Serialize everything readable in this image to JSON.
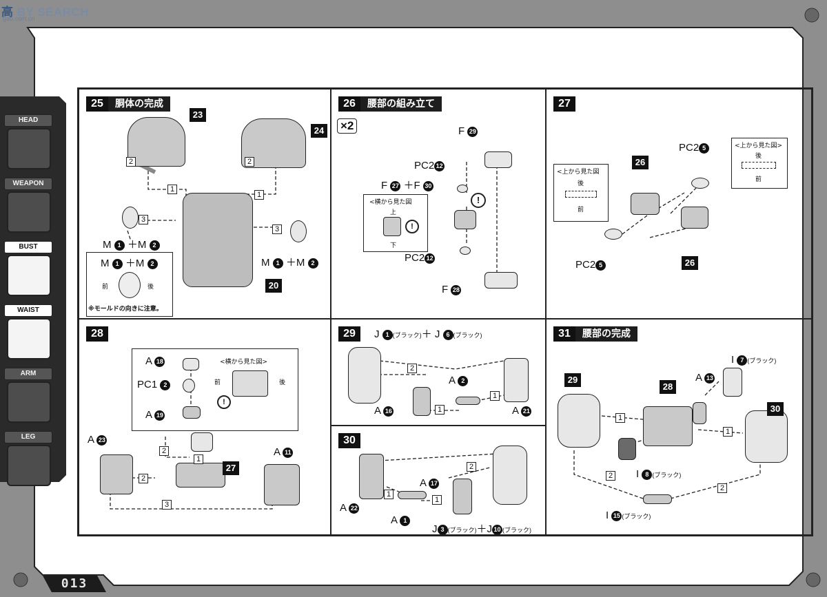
{
  "watermark": {
    "text_a": "高",
    "text_b": "BY SEARCH",
    "sub": "gao.com.cn"
  },
  "page_number": "013",
  "side_tabs": [
    {
      "label": "HEAD",
      "active": false
    },
    {
      "label": "WEAPON",
      "active": false
    },
    {
      "label": "BUST",
      "active": true
    },
    {
      "label": "WAIST",
      "active": true
    },
    {
      "label": "ARM",
      "active": false
    },
    {
      "label": "LEG",
      "active": false
    }
  ],
  "steps": {
    "s25": {
      "num": "25",
      "title": "胴体の完成",
      "parts": {
        "p23": "23",
        "p24": "24",
        "p20": "20"
      },
      "arrows": {
        "a2l": "2",
        "a2r": "2",
        "a1l": "1",
        "a1r": "1",
        "a3l": "3",
        "a3r": "3"
      },
      "label_left": {
        "a": "M",
        "n1": "1",
        "plus": "＋M",
        "n2": "2"
      },
      "label_right": {
        "a": "M",
        "n1": "1",
        "plus": "＋M",
        "n2": "2"
      },
      "detail": {
        "label_a": "M",
        "n1": "1",
        "plus": "＋M",
        "n2": "2",
        "front": "前",
        "back": "後",
        "caution": "※モールドの向きに注意。"
      }
    },
    "s26": {
      "num": "26",
      "title": "腰部の組み立て",
      "qty": "×2",
      "labels": {
        "f29": {
          "a": "F",
          "n": "29"
        },
        "pc2_top": {
          "a": "PC2",
          "n": "12"
        },
        "f27f30": {
          "a": "F",
          "n1": "27",
          "plus": "＋F",
          "n2": "30"
        },
        "pc2_bot": {
          "a": "PC2",
          "n": "12"
        },
        "f28": {
          "a": "F",
          "n": "28"
        }
      },
      "side_view": {
        "title": "<横から見た図",
        "up": "上",
        "down": "下"
      }
    },
    "s27": {
      "num": "27",
      "labels": {
        "pc2_top": {
          "a": "PC2",
          "n": "5"
        },
        "pc2_bot": {
          "a": "PC2",
          "n": "5"
        },
        "p26a": "26",
        "p26b": "26"
      },
      "top_view_left": {
        "title": "<上から見た図",
        "back": "後",
        "front": "前"
      },
      "top_view_right": {
        "title": "<上から見た図>",
        "back": "後",
        "front": "前"
      }
    },
    "s28": {
      "num": "28",
      "labels": {
        "a18": {
          "a": "A",
          "n": "18"
        },
        "pc1": {
          "a": "PC1",
          "n": "2"
        },
        "a19": {
          "a": "A",
          "n": "19"
        },
        "a23": {
          "a": "A",
          "n": "23"
        },
        "a11": {
          "a": "A",
          "n": "11"
        },
        "p27": "27"
      },
      "side_view": {
        "title": "<横から見た図>",
        "front": "前",
        "back": "後"
      },
      "arrows": {
        "a1": "1",
        "a2": "2",
        "a2b": "2",
        "a3": "3"
      }
    },
    "s29": {
      "num": "29",
      "labels": {
        "j1": {
          "a": "J",
          "n": "1",
          "note": "(ブラック)"
        },
        "plus": "＋ J",
        "j6": {
          "n": "6",
          "note": "(ブラック)"
        },
        "a2": {
          "a": "A",
          "n": "2"
        },
        "a16": {
          "a": "A",
          "n": "16"
        },
        "a21": {
          "a": "A",
          "n": "21"
        }
      },
      "arrows": {
        "a2": "2",
        "a1a": "1",
        "a1b": "1"
      }
    },
    "s30": {
      "num": "30",
      "labels": {
        "a17": {
          "a": "A",
          "n": "17"
        },
        "a22": {
          "a": "A",
          "n": "22"
        },
        "a1": {
          "a": "A",
          "n": "1"
        },
        "j3": {
          "a": "J",
          "n": "3",
          "note": "(ブラック)"
        },
        "plus": "＋J",
        "j10": {
          "n": "10",
          "note": "(ブラック)"
        }
      },
      "arrows": {
        "a2": "2",
        "a1a": "1",
        "a1b": "1"
      }
    },
    "s31": {
      "num": "31",
      "title": "腰部の完成",
      "labels": {
        "p29": "29",
        "p28": "28",
        "p30": "30",
        "a13": {
          "a": "A",
          "n": "13"
        },
        "i7": {
          "a": "I",
          "n": "7",
          "note": "(ブラック)"
        },
        "i8": {
          "a": "I",
          "n": "8",
          "note": "(ブラック)"
        },
        "i15": {
          "a": "I",
          "n": "15",
          "note": "(ブラック)"
        }
      },
      "arrows": {
        "a1a": "1",
        "a1b": "1",
        "a2a": "2",
        "a2b": "2"
      }
    }
  }
}
